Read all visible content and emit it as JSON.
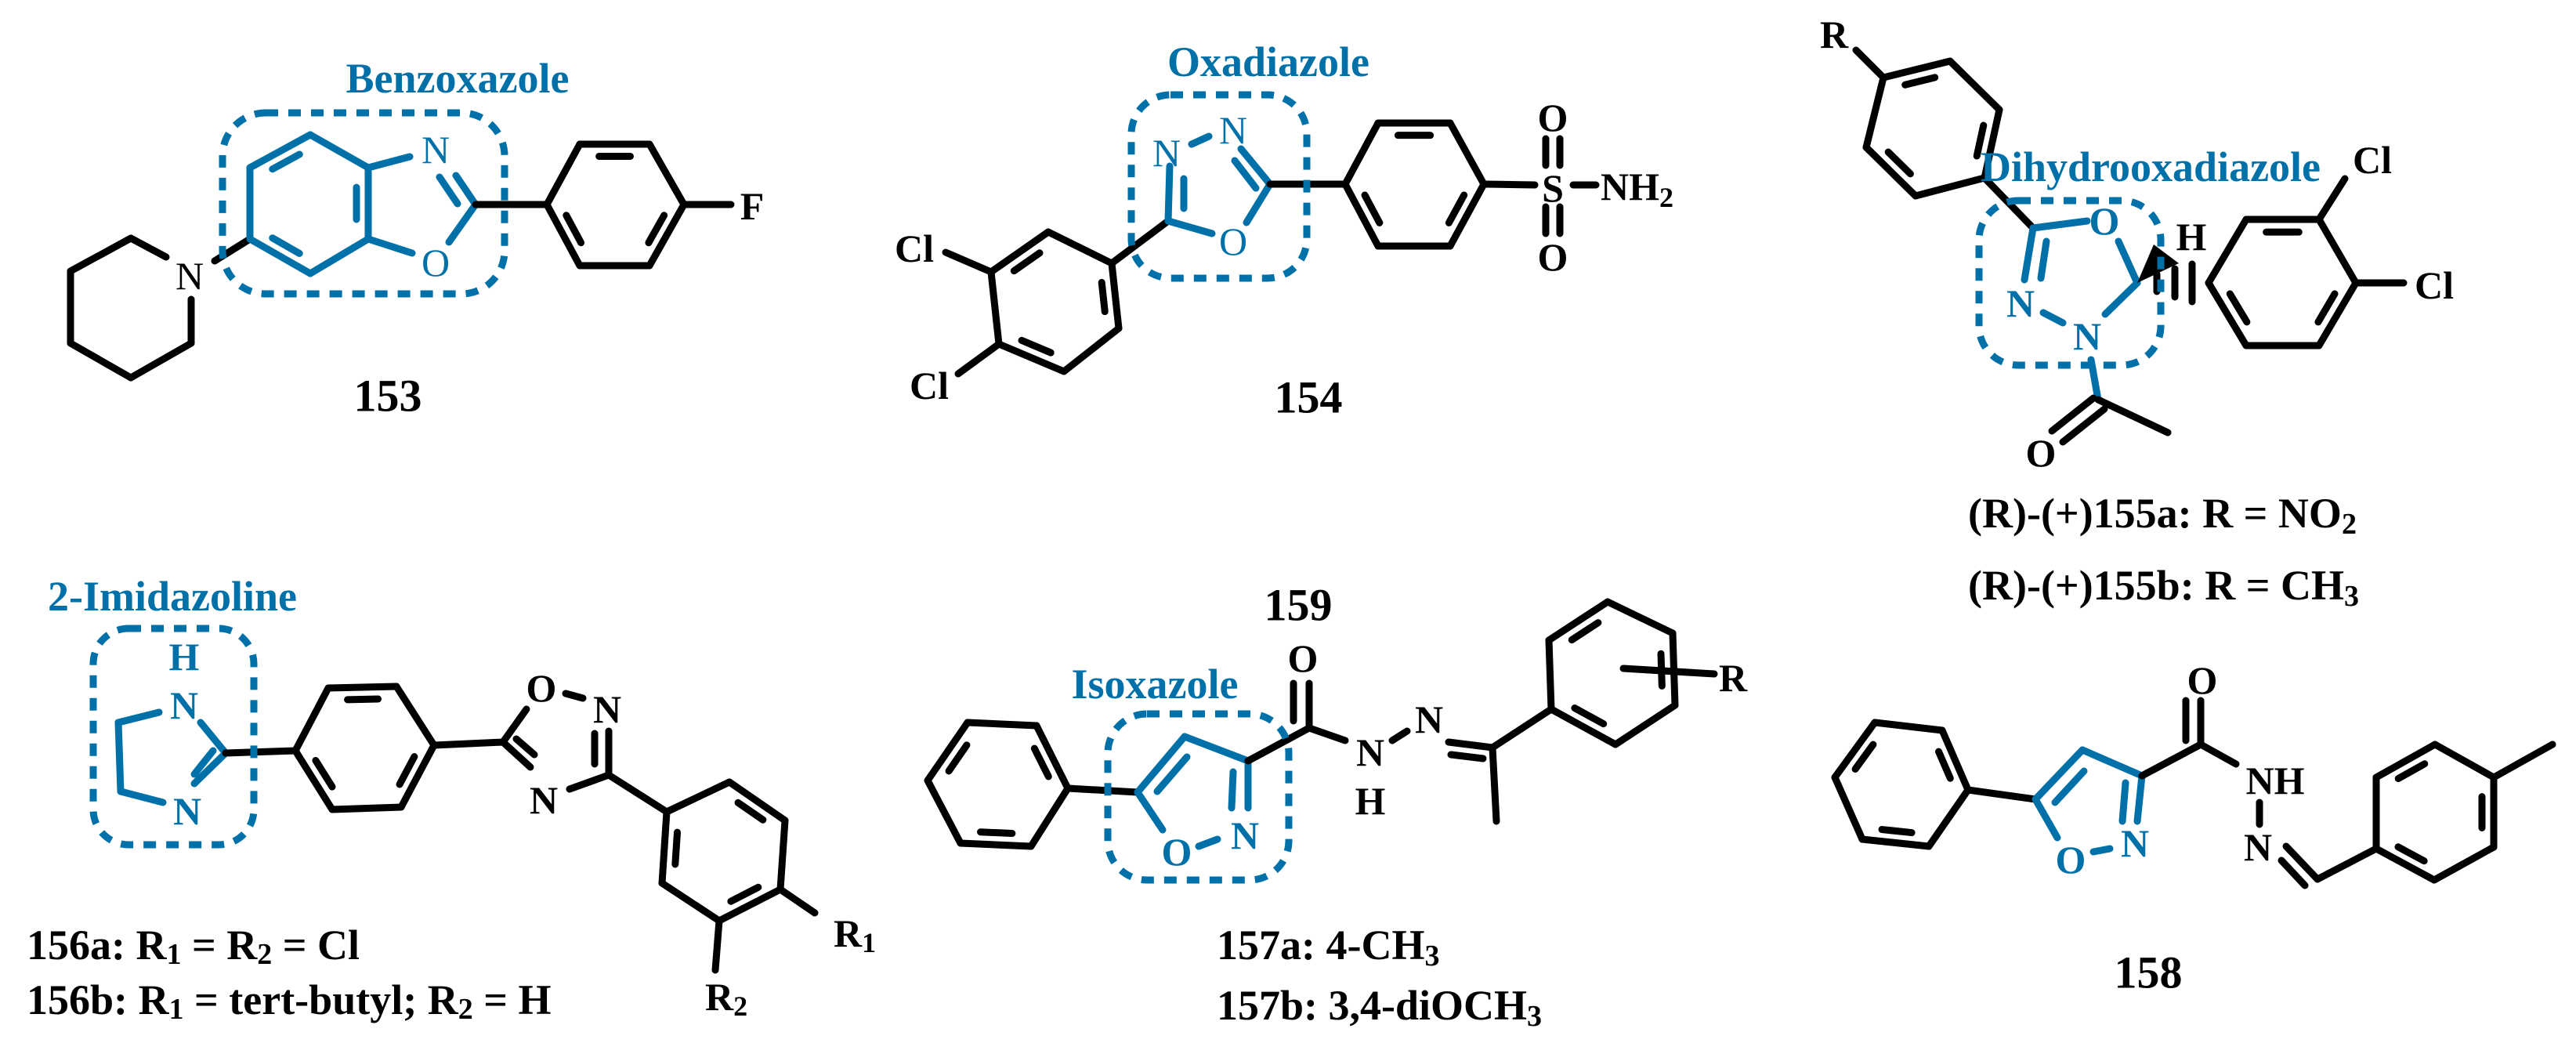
{
  "colors": {
    "highlight": "#0070a8",
    "bond": "#000000",
    "background": "#ffffff"
  },
  "headings": {
    "benzoxazole": "Benzoxazole",
    "oxadiazole": "Oxadiazole",
    "dihydrooxadiazole": "Dihydrooxadiazole",
    "imidazoline": "2-Imidazoline",
    "isoxazole": "Isoxazole"
  },
  "compounds": {
    "c153": {
      "number": "153",
      "atoms": {
        "n_piperidine": "N",
        "n_ring": "N",
        "o_ring": "O",
        "f": "F"
      }
    },
    "c154": {
      "number": "154",
      "atoms": {
        "cl1": "Cl",
        "cl2": "Cl",
        "n1": "N",
        "n2": "N",
        "o_ring": "O",
        "s": "S",
        "o_top": "O",
        "o_bottom": "O",
        "nh2": {
          "main": "NH",
          "sub": "2"
        }
      }
    },
    "c155": {
      "atoms": {
        "r": "R",
        "o_ring": "O",
        "n1": "N",
        "n2": "N",
        "h": "H",
        "cl1": "Cl",
        "cl2": "Cl",
        "o_acetyl": "O"
      },
      "variants": [
        {
          "main": "(R)-(+)155a: R = NO",
          "sub": "2"
        },
        {
          "main": "(R)-(+)155b: R =  CH",
          "sub": "3"
        }
      ]
    },
    "c156": {
      "atoms": {
        "h": "H",
        "n1": "N",
        "n3": "N",
        "o_ox": "O",
        "n_ox2": "N",
        "n_ox4": "N",
        "r1": {
          "main": "R",
          "sub": "1"
        },
        "r2": {
          "main": "R",
          "sub": "2"
        }
      },
      "variants": [
        {
          "parts": [
            "156a: R",
            "1",
            " = R",
            "2",
            " = Cl"
          ]
        },
        {
          "parts": [
            "156b: R",
            "1",
            " = tert-butyl; R",
            "2",
            " = H"
          ]
        }
      ]
    },
    "c157": {
      "number": "159",
      "atoms": {
        "o_carbonyl": "O",
        "o_ring": "O",
        "n_ring": "N",
        "n_amide": "N",
        "h_amide": "H",
        "n_imine": "N",
        "r": "R"
      },
      "variants": [
        {
          "main": "157a: 4-CH",
          "sub": "3"
        },
        {
          "main": "157b: 3,4-diOCH",
          "sub": "3"
        }
      ]
    },
    "c158": {
      "number": "158",
      "atoms": {
        "o_carbonyl": "O",
        "o_ring": "O",
        "n_ring": "N",
        "nh": "NH",
        "n_imine": "N"
      }
    }
  }
}
